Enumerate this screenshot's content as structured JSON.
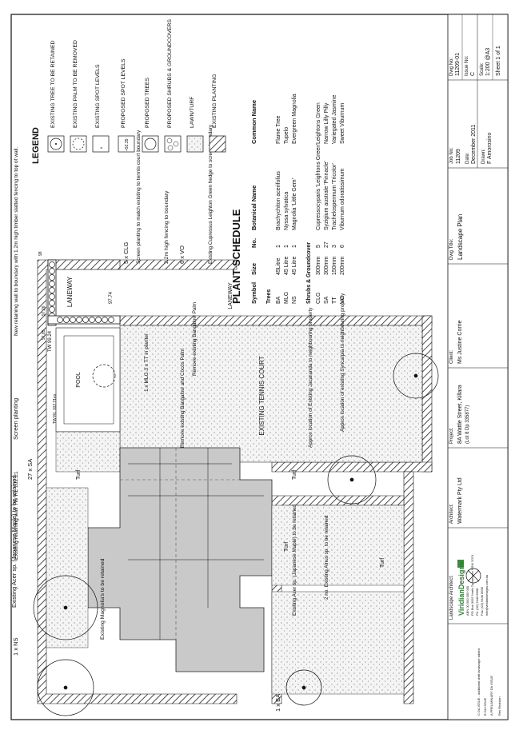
{
  "plan_labels": {
    "laneway": "LANEWAY",
    "laneway_top": "LANEWAY",
    "pool": "POOL",
    "tennis_court": "EXISTING TENNIS COURT",
    "turf_1": "Turf",
    "turf_2": "Turf",
    "turf_3": "Turf",
    "turf_4": "Turf",
    "tw_rl": "TW RL 102.21ex",
    "tw": "TW 99.24",
    "spot_1": "97.74",
    "spot_2": "97.26",
    "spot_3": "97.85",
    "spot_4": "98"
  },
  "annotations": {
    "ns": "1 x NS",
    "acer_1": "Existing Acer sp. (Japanese Maple) to be retained",
    "retaining_wall": "Existing retaining wall TW RL 102.21",
    "sa": "27 x SA",
    "screen_planting": "Screen planting",
    "new_wall": "New retaining wall to boundary with 1.2m high timber slatted fencing to top of wall.",
    "clg": "5 x CLG",
    "screen_match": "Screen planting to match existing to tennis court boundary",
    "fencing": "2.2m high fencing to boundary",
    "vo": "6 x VO",
    "cupressus": "Existing Cupressus Leighton Green hedge to screen boundary",
    "magnolias": "Existing Magnolia's to be retained",
    "remove_bangalow": "Remove existing Bangalow and Cocos Palm",
    "mlg_tt": "1 x MLG 3 x TT in planter",
    "remove_palm": "Remove existing Bangalow Palm",
    "jacaranda": "Approx location of Existing Jacaranda to neighbouring property",
    "syncarpia": "Approx location of existing Syncarpia to neighbouring property",
    "acer_2": "Existing Acer sp. (Japanese Maple) to be retained",
    "alnus": "2 no. Existing Alnus sp. to be retained",
    "ba": "1 x BA"
  },
  "legend": {
    "title": "LEGEND",
    "items": [
      {
        "label": "EXISTING TREE TO BE RETAINED",
        "symbol": "tree-retained"
      },
      {
        "label": "EXISTING PALM TO BE REMOVED",
        "symbol": "palm-removed"
      },
      {
        "label": "EXISTING SPOT LEVELS",
        "symbol": "spot-existing"
      },
      {
        "label": "PROPOSED SPOT LEVELS",
        "symbol": "spot-proposed",
        "sample": "+92.35"
      },
      {
        "label": "PROPOSED TREES",
        "symbol": "tree-proposed"
      },
      {
        "label": "PROPOSED SHRUBS & GROUNDCOVERS",
        "symbol": "shrubs"
      },
      {
        "label": "LAWN/TURF",
        "symbol": "turf"
      },
      {
        "label": "EXISTING PLANTING",
        "symbol": "existing-planting"
      }
    ]
  },
  "schedule": {
    "title": "PLANT SCHEDULE",
    "headers": {
      "symbol": "Symbol",
      "size": "Size",
      "no": "No.",
      "botanical": "Botanical Name",
      "common": "Common Name"
    },
    "groups": [
      {
        "name": "Trees",
        "rows": [
          {
            "symbol": "BA",
            "size": "45Litre",
            "no": "1",
            "botanical": "Brachychiton acerifolius",
            "common": "Flame Tree"
          },
          {
            "symbol": "MLG",
            "size": "45 Litre",
            "no": "1",
            "botanical": "Nyssa sylvatica",
            "common": "Tupelo"
          },
          {
            "symbol": "NS",
            "size": "45 Litre",
            "no": "1",
            "botanical": "Magnolia 'Little Gem'",
            "common": "Evergreen Magnolia"
          }
        ]
      },
      {
        "name": "Shrubs & Groundcover",
        "rows": [
          {
            "symbol": "CLG",
            "size": "300mm",
            "no": "5",
            "botanical": "Cupressocyparis 'Leightons Green'",
            "common": "Leightons Green"
          },
          {
            "symbol": "SA",
            "size": "300mm",
            "no": "27",
            "botanical": "Syzigium australe 'Pinnacle'",
            "common": "Narrow Lilly Pilly"
          },
          {
            "symbol": "TT",
            "size": "150mm",
            "no": "3",
            "botanical": "Trachelospermum 'Tricolor'",
            "common": "Variegated Jasmine"
          },
          {
            "symbol": "VO",
            "size": "200mm",
            "no": "6",
            "botanical": "Viburnum odoratissimum",
            "common": "Sweet Viburnum"
          }
        ]
      }
    ]
  },
  "title_block": {
    "landscape_architect_label": "Landscape Architect:",
    "firm": "ViridianDesigns",
    "firm_sub": "ABN 00 000 000 000",
    "firm_address": "PO Box 3092 North Turramurra NSW 2074",
    "firm_phone": "Ph: (02) 9440 8908",
    "firm_fax": "Fax: (02) 9440 8909",
    "firm_email": "info@viridiandesigns.com.au",
    "architect_label": "Architect:",
    "architect": "Watermark Pty Ltd",
    "project_label": "Project:",
    "project": "8A Wattle Street, Killara",
    "project_lot": "(Lot 8 Dp 335877)",
    "client_label": "Client:",
    "client": "Ms Justine Corrie",
    "dwg_title_label": "Dwg Title:",
    "dwg_title": "Landscape Plan",
    "job_no_label": "Job No:",
    "job_no": "11209",
    "date_label": "Date:",
    "date": "December 2011",
    "drawn_label": "Drawn:",
    "drawn": "F Amorosino",
    "dwg_no_label": "Dwg No:",
    "dwg_no": "11209-01",
    "issue_label": "Issue No:",
    "issue": "C",
    "scale_label": "Scale:",
    "scale": "1:200 @A3",
    "sheet": "Sheet 1 of 1",
    "rev_c": "C   DA ISSUE - additional draft landscape added",
    "rev_b": "B   DA ISSUE",
    "rev_a": "A   PRELIMINARY DA ISSUE",
    "rev_header": "Rev   Revision"
  }
}
